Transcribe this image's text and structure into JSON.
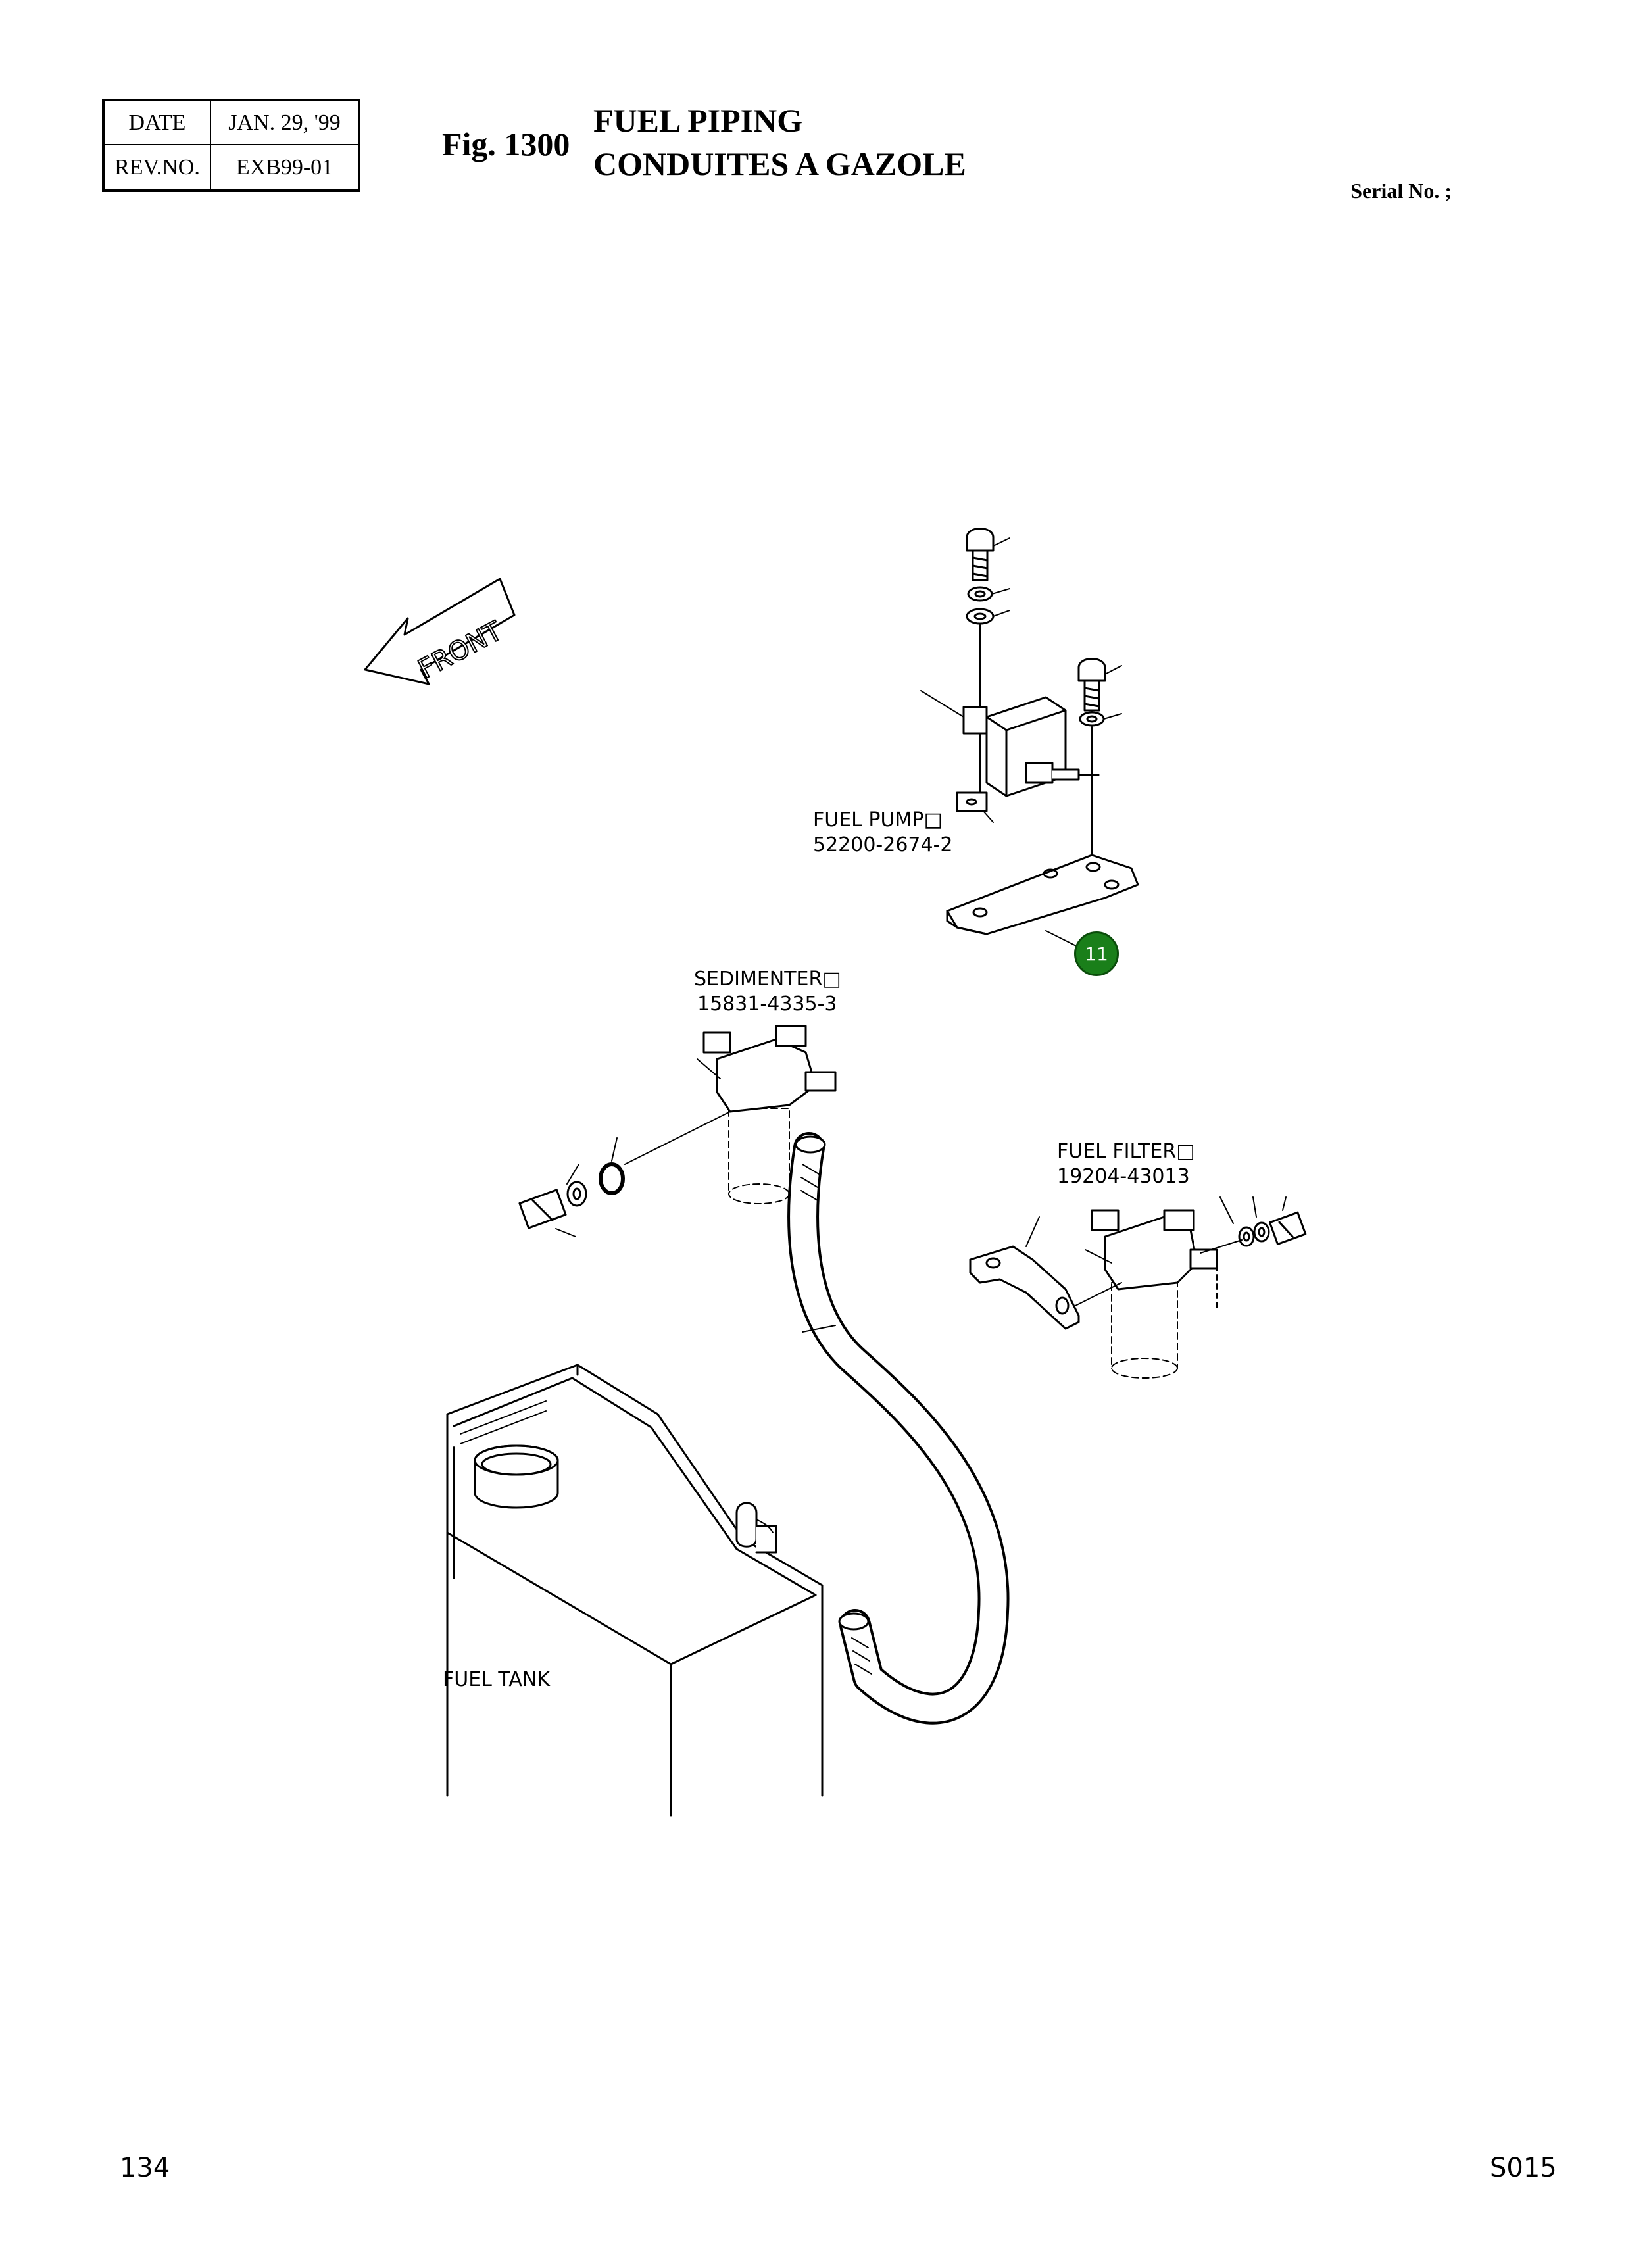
{
  "header": {
    "date_label": "DATE",
    "date_value": "JAN. 29, '99",
    "rev_label": "REV.NO.",
    "rev_value": "EXB99-01",
    "fig_number": "Fig. 1300",
    "title_en": "FUEL PIPING",
    "title_fr": "CONDUITES A GAZOLE",
    "serial": "Serial No. ;"
  },
  "diagram": {
    "front_arrow": "FRONT",
    "callout": "11",
    "callout_color": "#1a7f1a",
    "parts": [
      {
        "name": "FUEL PUMP□",
        "number": "52200-2674-2"
      },
      {
        "name": "SEDIMENTER□",
        "number": "15831-4335-3"
      },
      {
        "name": "FUEL FILTER□",
        "number": "19204-43013"
      },
      {
        "name": "FUEL TANK",
        "number": ""
      }
    ]
  },
  "footer": {
    "page": "134",
    "code": "S015"
  }
}
